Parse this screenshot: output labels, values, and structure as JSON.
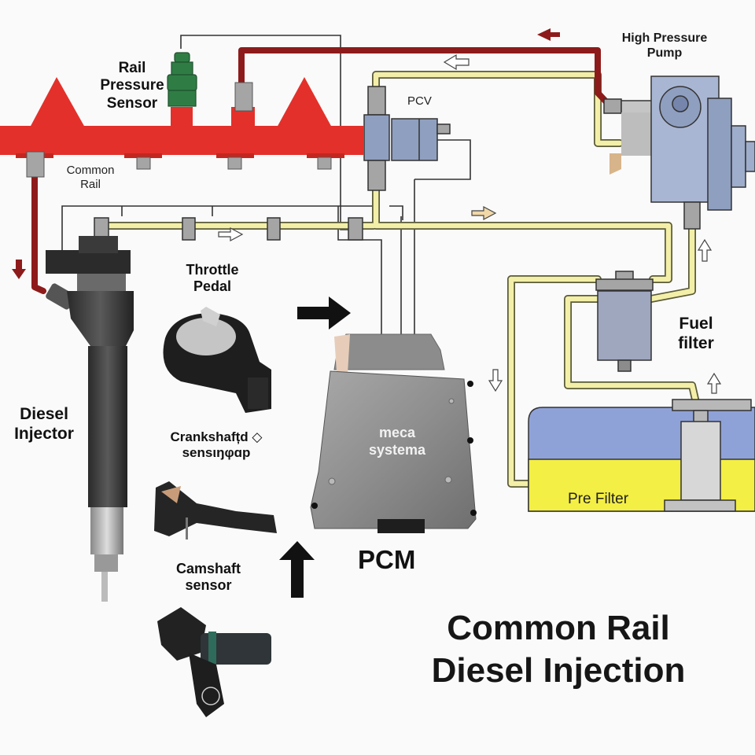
{
  "title": {
    "line1": "Common Rail",
    "line2": "Diesel Injection"
  },
  "components": {
    "rail_pressure_sensor": {
      "line1": "Rail",
      "line2": "Pressure",
      "line3": "Sensor"
    },
    "common_rail": {
      "line1": "Common",
      "line2": "Rail"
    },
    "pcv": {
      "label": "PCV"
    },
    "high_pressure_pump": {
      "line1": "High Pressure",
      "line2": "Pump"
    },
    "throttle_pedal": {
      "line1": "Throttle",
      "line2": "Pedal"
    },
    "diesel_injector": {
      "line1": "Diesel",
      "line2": "Injector"
    },
    "crankshaft_sensor": {
      "line1": "Crankshafțd ◇",
      "line2": "sensιŋφɑp"
    },
    "camshaft_sensor": {
      "line1": "Camshaft",
      "line2": "sensor"
    },
    "pcm": {
      "label": "PCM",
      "brand_line1": "meca",
      "brand_line2": "systema"
    },
    "fuel_filter": {
      "line1": "Fuel",
      "line2": "filter"
    },
    "pre_filter": {
      "label": "Pre Filter"
    }
  },
  "colors": {
    "high_pressure_line": "#8e1b1b",
    "rail_body": "#e4302a",
    "low_pressure_line": "#f3efa8",
    "component_blue": "#8f9fc0",
    "sensor_green": "#2f7d45",
    "tank_blue": "#8fa2d8",
    "tank_fuel": "#f4ef44",
    "wire": "#333333"
  }
}
